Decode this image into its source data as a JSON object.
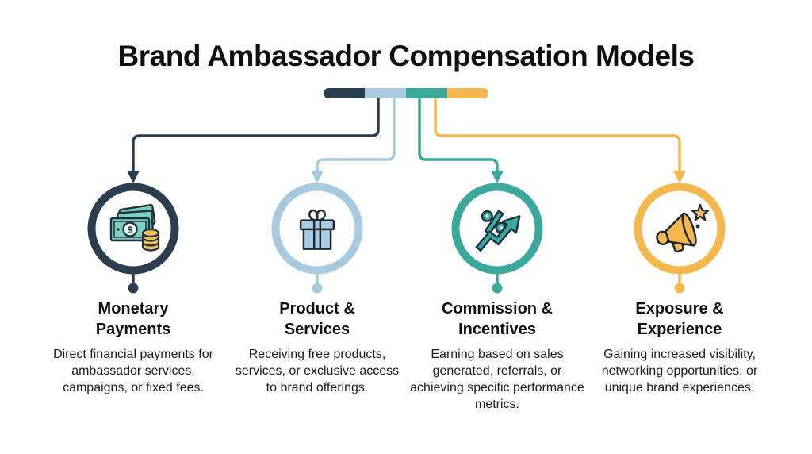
{
  "title": "Brand Ambassador Compensation Models",
  "palette": {
    "navy": "#2B3E50",
    "light_blue": "#A7CADE",
    "teal": "#3AA89B",
    "yellow": "#F4B84E",
    "background": "#FFFFFF",
    "text_dark": "#0F0F0F"
  },
  "legend_bar": {
    "segments": [
      {
        "name": "navy",
        "color": "#2B3E50"
      },
      {
        "name": "light-blue",
        "color": "#A7CADE"
      },
      {
        "name": "teal",
        "color": "#3AA89B"
      },
      {
        "name": "yellow",
        "color": "#F4B84E"
      }
    ]
  },
  "branches": [
    {
      "title": "Monetary Payments",
      "title_lines": [
        "Monetary",
        "Payments"
      ],
      "description": "Direct financial payments for ambassador services, campaigns, or fixed fees.",
      "icon": "money-icon",
      "color": "#2B3E50"
    },
    {
      "title": "Product & Services",
      "title_lines": [
        "Product &",
        "Services"
      ],
      "description": "Receiving free products, services, or exclusive access to brand offerings.",
      "icon": "gift-icon",
      "color": "#A7CADE"
    },
    {
      "title": "Commission & Incentives",
      "title_lines": [
        "Commission &",
        "Incentives"
      ],
      "description": "Earning based on sales generated, referrals, or achieving specific performance metrics.",
      "icon": "percent-growth-icon",
      "color": "#3AA89B"
    },
    {
      "title": "Exposure & Experience",
      "title_lines": [
        "Exposure &",
        "Experience"
      ],
      "description": "Gaining increased visibility, networking opportunities, or unique brand experiences.",
      "icon": "megaphone-icon",
      "color": "#F4B84E"
    }
  ]
}
